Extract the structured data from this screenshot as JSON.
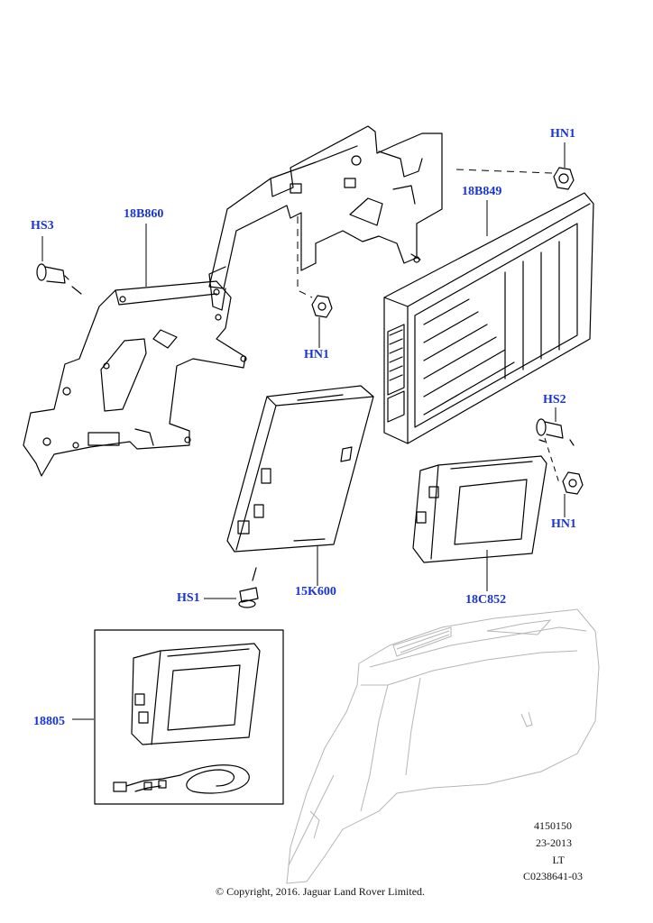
{
  "callouts": {
    "hn1_top": "HN1",
    "b18849": "18B849",
    "hs3": "HS3",
    "b18860": "18B860",
    "hn1_mid": "HN1",
    "hs2": "HS2",
    "hn1_right": "HN1",
    "k15600": "15K600",
    "hs1": "HS1",
    "c18852": "18C852",
    "p18805": "18805"
  },
  "meta": {
    "code1": "4150150",
    "code2": "23-2013",
    "code3": "LT",
    "code4": "C0238641-03"
  },
  "copyright": "© Copyright, 2016. Jaguar Land Rover Limited.",
  "colors": {
    "callout": "#1a33d6",
    "line": "#000000",
    "ghost": "#b5b5b5"
  }
}
